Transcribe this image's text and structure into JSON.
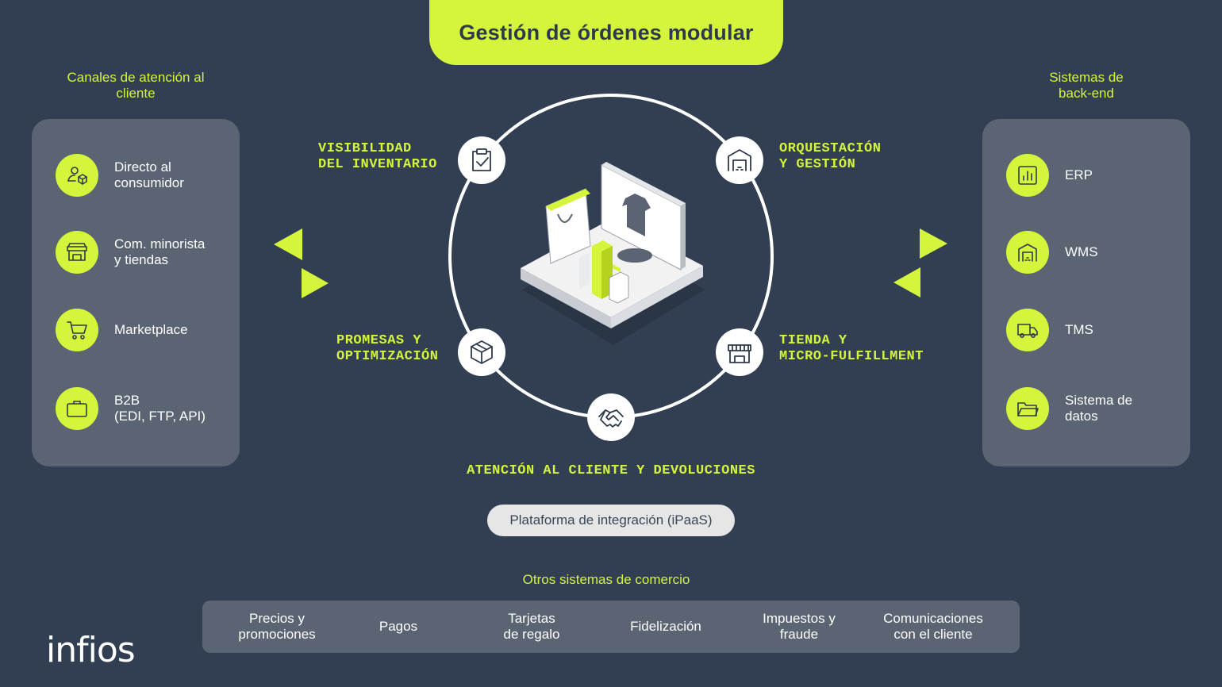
{
  "title": "Gestión de órdenes modular",
  "left_panel": {
    "heading": "Canales de atención al\ncliente",
    "items": [
      {
        "label": "Directo al\nconsumidor",
        "icon": "person-box-icon"
      },
      {
        "label": "Com. minorista\ny tiendas",
        "icon": "storefront-icon"
      },
      {
        "label": "Marketplace",
        "icon": "cart-icon"
      },
      {
        "label": "B2B\n(EDI, FTP, API)",
        "icon": "briefcase-icon"
      }
    ]
  },
  "right_panel": {
    "heading": "Sistemas de\nback-end",
    "items": [
      {
        "label": "ERP",
        "icon": "bar-chart-icon"
      },
      {
        "label": "WMS",
        "icon": "warehouse-icon"
      },
      {
        "label": "TMS",
        "icon": "truck-icon"
      },
      {
        "label": "Sistema de\ndatos",
        "icon": "folder-icon"
      }
    ]
  },
  "cycle": {
    "visibility": "VISIBILIDAD\nDEL INVENTARIO",
    "orchestration": "ORQUESTACIÓN\nY GESTIÓN",
    "promises": "PROMESAS Y\nOPTIMIZACIÓN",
    "store": "TIENDA Y\nMICRO-FULFILLMENT",
    "service": "ATENCIÓN AL CLIENTE Y DEVOLUCIONES"
  },
  "ipaas_label": "Plataforma de integración (iPaaS)",
  "other_systems": {
    "heading": "Otros sistemas de comercio",
    "items": [
      "Precios y\npromociones",
      "Pagos",
      "Tarjetas\nde regalo",
      "Fidelización",
      "Impuestos y\nfraude",
      "Comunicaciones\ncon el cliente"
    ]
  },
  "logo_text": "infios",
  "colors": {
    "background": "#323f53",
    "accent": "#d4f53c",
    "panel": "#5a6472"
  }
}
